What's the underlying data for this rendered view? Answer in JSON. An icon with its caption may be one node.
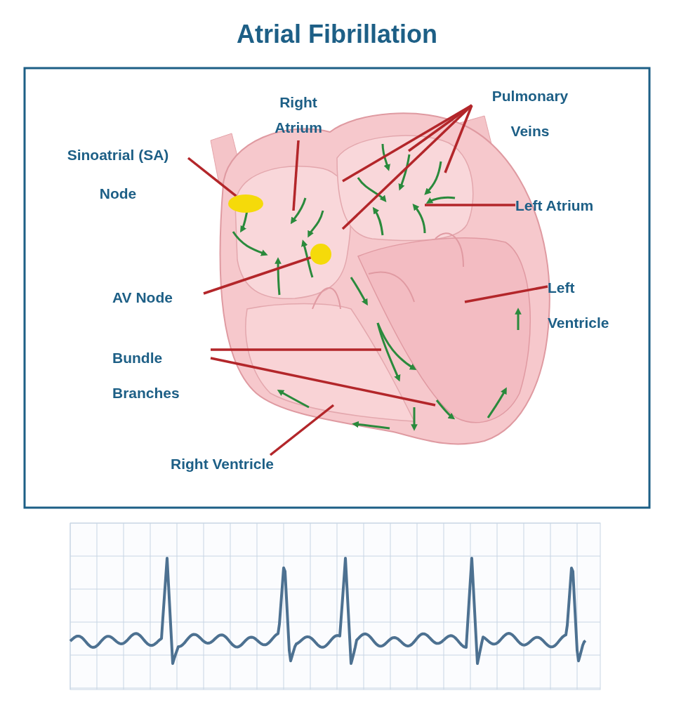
{
  "diagram": {
    "title": "Atrial Fibrillation",
    "nodes": [
      {
        "text": [
          "Right Atrium"
        ]
      },
      {
        "text": [
          "Pulmonary Veins"
        ]
      },
      {
        "text": [
          "Sinoatrial (SA) Node"
        ]
      },
      {
        "text": [],
        "shape": "circle"
      },
      {
        "text": [
          "Left Atrium"
        ]
      },
      {
        "text": [
          "AV Node"
        ]
      },
      {
        "text": [],
        "shape": "circle"
      },
      {
        "text": [
          "Left Ventricle"
        ]
      },
      {
        "text": [
          "Bundle Branches"
        ]
      },
      {
        "text": [
          "Right Ventricle"
        ]
      }
    ],
    "edges": [
      {
        "from": 0,
        "to": null,
        "arrow": "none"
      },
      {
        "from": 1,
        "to": null,
        "arrow": "none"
      },
      {
        "from": 1,
        "to": null,
        "arrow": "none"
      },
      {
        "from": 1,
        "to": null,
        "arrow": "none"
      },
      {
        "from": 1,
        "to": null,
        "arrow": "none"
      },
      {
        "from": 2,
        "to": 3,
        "arrow": "none"
      },
      {
        "from": 4,
        "to": null,
        "arrow": "none"
      },
      {
        "from": 5,
        "to": 6,
        "arrow": "none"
      },
      {
        "from": 7,
        "to": null,
        "arrow": "none"
      },
      {
        "from": 8,
        "to": null,
        "arrow": "none"
      },
      {
        "from": 8,
        "to": null,
        "arrow": "none"
      },
      {
        "from": 9,
        "to": null,
        "arrow": "none"
      }
    ]
  }
}
